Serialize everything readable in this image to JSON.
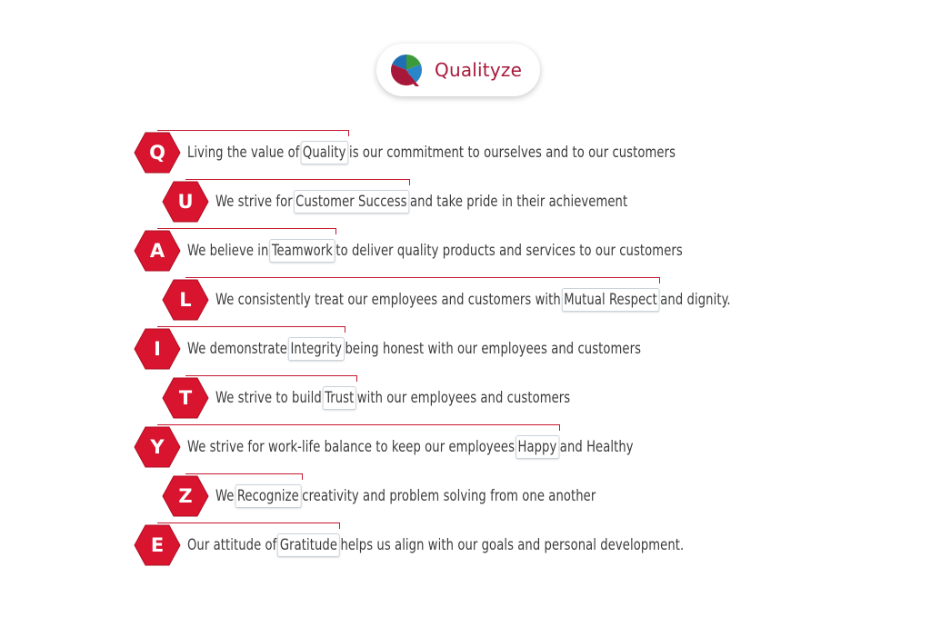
{
  "logo": {
    "brand": "Qualityze",
    "icon": "qualityze-logo-icon",
    "colors": {
      "red": "#a8183a",
      "green": "#3d9a3a",
      "blue": "#1f6fb5"
    }
  },
  "accent_color": "#d8142e",
  "values": [
    {
      "letter": "Q",
      "before": "Living the value of ",
      "keyword": "Quality",
      "after": " is our commitment to ourselves and to our customers",
      "indent": false
    },
    {
      "letter": "U",
      "before": "We strive for ",
      "keyword": "Customer Success",
      "after": " and take pride in their achievement",
      "indent": true
    },
    {
      "letter": "A",
      "before": "We believe in ",
      "keyword": "Teamwork",
      "after": " to deliver quality products and services to our customers",
      "indent": false
    },
    {
      "letter": "L",
      "before": "We consistently treat our employees and customers with ",
      "keyword": "Mutual Respect",
      "after": " and dignity.",
      "indent": true
    },
    {
      "letter": "I",
      "before": "We demonstrate ",
      "keyword": "Integrity",
      "after": " being honest with our employees and customers",
      "indent": false
    },
    {
      "letter": "T",
      "before": "We strive to build ",
      "keyword": "Trust",
      "after": " with our employees and customers",
      "indent": true
    },
    {
      "letter": "Y",
      "before": "We strive for work-life balance to keep our employees ",
      "keyword": "Happy",
      "after": " and Healthy",
      "indent": false
    },
    {
      "letter": "Z",
      "before": "We ",
      "keyword": "Recognize",
      "after": " creativity and problem solving from one another",
      "indent": true
    },
    {
      "letter": "E",
      "before": "Our attitude of ",
      "keyword": "Gratitude",
      "after": " helps us align with our goals and personal development.",
      "indent": false
    }
  ]
}
